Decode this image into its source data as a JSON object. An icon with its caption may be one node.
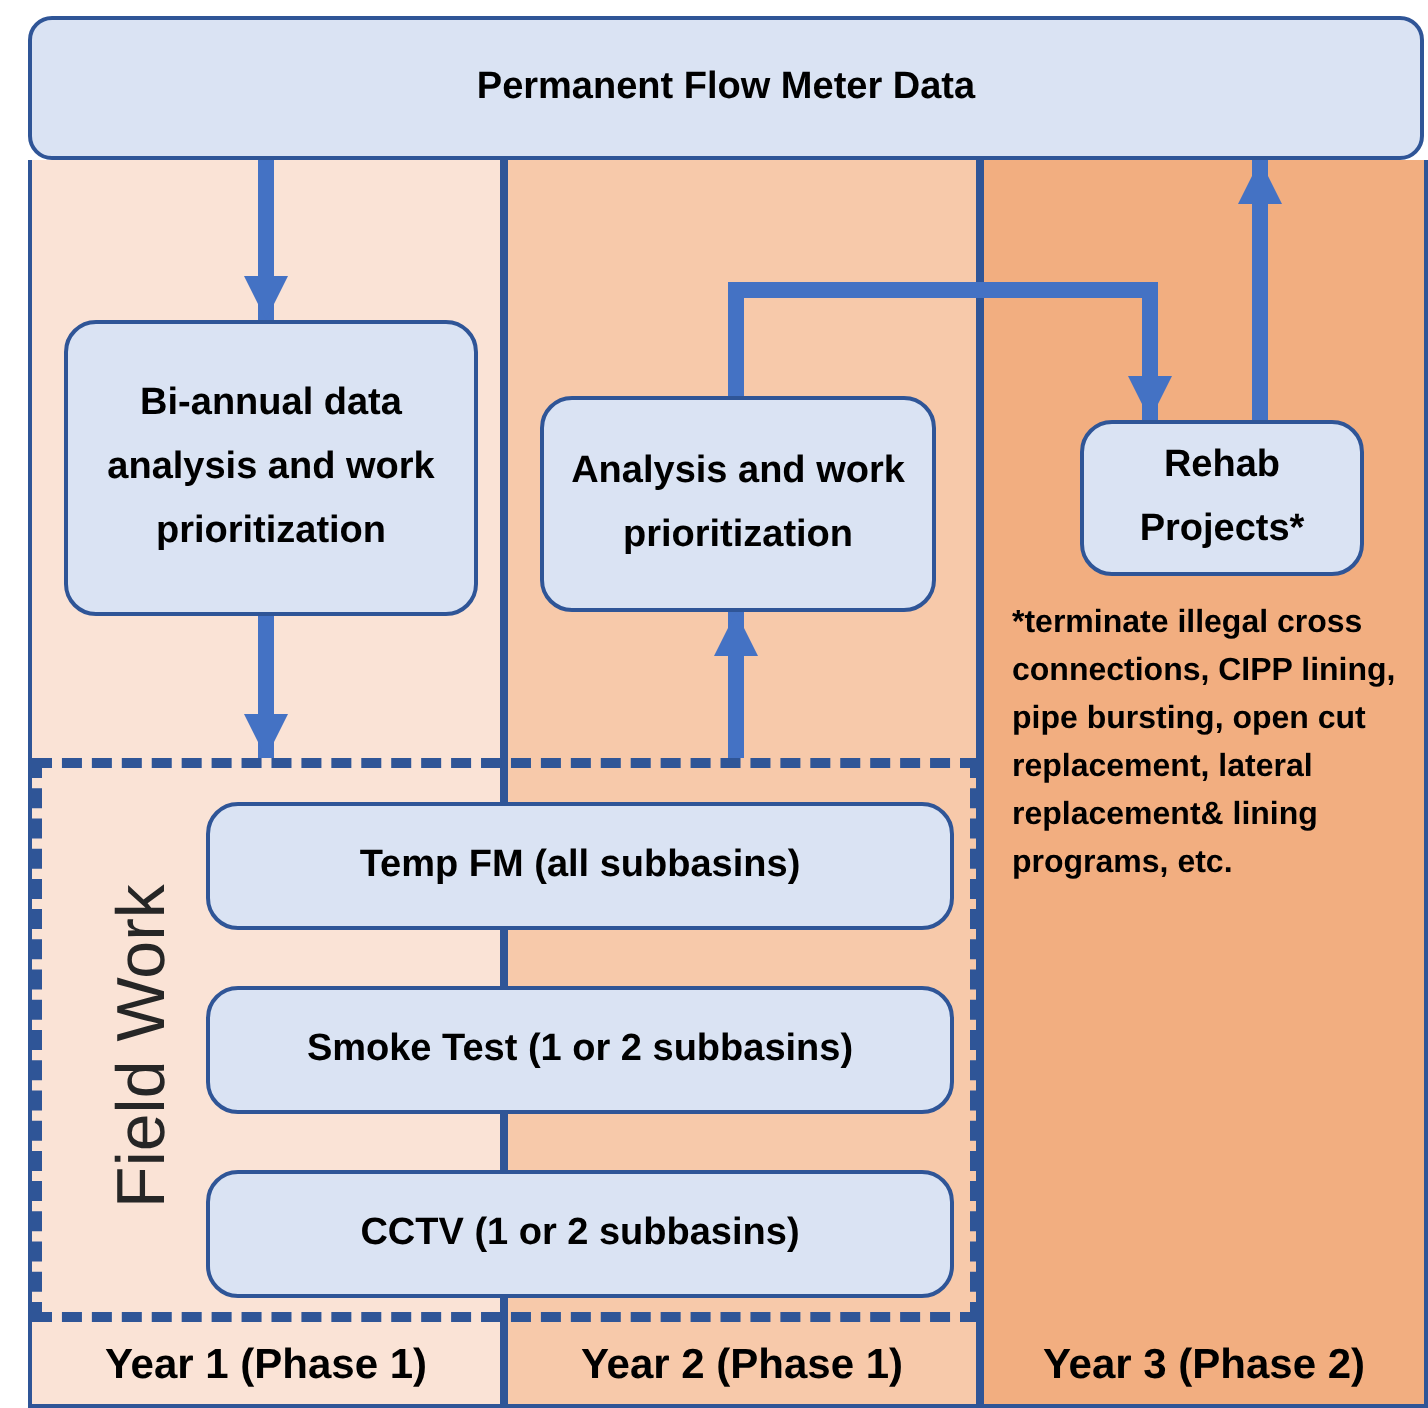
{
  "diagram": {
    "nodes": [
      {
        "text": [
          "Permanent Flow Meter Data"
        ]
      },
      {
        "text": [
          "Year 1 (Phase 1)"
        ]
      },
      {
        "text": [
          "Year 2 (Phase 1)"
        ]
      },
      {
        "text": [
          "Year 3 (Phase 2)"
        ]
      },
      {
        "text": [
          "Bi-annual data analysis and work prioritization"
        ],
        "in": 1
      },
      {
        "text": [
          "Analysis and work prioritization"
        ],
        "in": 2
      },
      {
        "text": [
          "Rehab Projects*"
        ],
        "in": 3,
        "beside": [
          "*terminate illegal cross connections, CIPP lining, pipe bursting, open cut replacement, lateral replacement& lining programs, etc."
        ]
      },
      {
        "text": [
          "Field Work"
        ]
      },
      {
        "text": [
          "Temp FM (all subbasins)"
        ],
        "in": 7
      },
      {
        "text": [
          "Smoke Test (1 or 2 subbasins)"
        ],
        "in": 7
      },
      {
        "text": [
          "CCTV (1 or 2 subbasins)"
        ],
        "in": 7
      }
    ],
    "edges": [
      {
        "from": 0,
        "to": 4,
        "arrow": "to"
      },
      {
        "from": 4,
        "to": 7,
        "arrow": "to"
      },
      {
        "from": 7,
        "to": 5,
        "arrow": "to"
      },
      {
        "from": 5,
        "to": 6,
        "arrow": "to"
      },
      {
        "from": 6,
        "to": 0,
        "arrow": "to"
      }
    ]
  }
}
